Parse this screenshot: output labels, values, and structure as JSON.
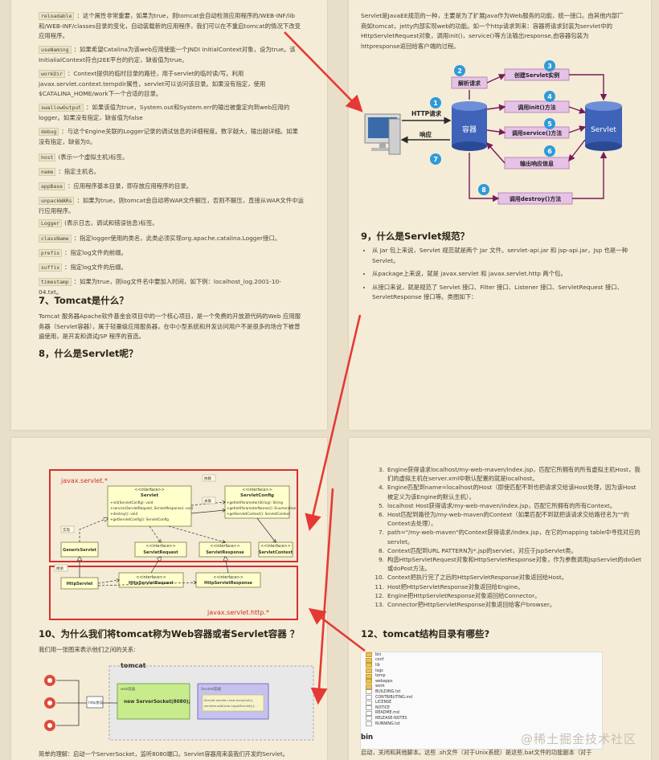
{
  "page1": {
    "attrs": [
      {
        "key": "reloadable",
        "desc": "：这个属性非常重要，如果为true，则tomcat会自动检测应用程序的/WEB-INF/lib 和/WEB-INF/classes目录的变化，自动装载新的应用程序，我们可以在不重启tomcat的情况下改变应用程序。"
      },
      {
        "key": "useNaming",
        "desc": "：如果希望Catalina为该web应用使能一个JNDI InitialContext对象，设为true。该InitialialContext符合J2EE平台的约定，缺省值为true。"
      },
      {
        "key": "workDir",
        "desc": "：Context提供的临时目录的路径，用于servlet的临时读/写。利用javax.servlet.context.tempdir属性，servlet可以访问该目录。如果没有指定，使用$CATALINA_HOME/work下一个合适的目录。"
      },
      {
        "key": "swallowOutput",
        "desc": "：如果该值为true，System.out和System.err的输出被重定向到web应用的logger。如果没有指定，缺省值为false"
      },
      {
        "key": "debug",
        "desc": "：与这个Engine关联的Logger记录的调试信息的详细程度。数字越大，输出越详细。如果没有指定，缺省为0。"
      },
      {
        "key": "host",
        "desc": "(表示一个虚拟主机)标签。"
      },
      {
        "key": "name",
        "desc": "：指定主机名。"
      },
      {
        "key": "appBase",
        "desc": "：应用程序基本目录，即存放应用程序的目录。"
      },
      {
        "key": "unpackWARs",
        "desc": "：如果为true，则tomcat会自动将WAR文件解压，否则不解压，直接从WAR文件中运行应用程序。"
      },
      {
        "key": "Logger",
        "desc": "(表示日志，调试和错误信息)标签。"
      },
      {
        "key": "className",
        "desc": "：指定logger使用的类名，此类必须实现org.apache.catalina.Logger接口。"
      },
      {
        "key": "prefix",
        "desc": "：指定log文件的前缀。"
      },
      {
        "key": "suffix",
        "desc": "：指定log文件的后缀。"
      },
      {
        "key": "timestamp",
        "desc": "：如果为true，则log文件名中要加入时间，如下例：localhost_log.2001-10-04.txt。"
      }
    ],
    "h7": "7、Tomcat是什么？",
    "p7": "Tomcat 服务器Apache软件基金会项目中的一个核心项目，是一个免费的开放源代码的Web 应用服务器（Servlet容器），属于轻量级应用服务器，在中小型系统和并发访问用户不是很多的场合下被普遍使用，是开发和调试JSP 程序的首选。",
    "h8": "8，什么是Servlet呢？"
  },
  "page2": {
    "intro": "Servlet是JavaEE规范的一种，主要是为了扩展Java作为Web服务的功能，统一接口。由其他内部厂商如tomcat，jetty内部实现web的功能。如一个http请求到来：容器将请求封装为servlet中的HttpServletRequest对象，调用init()，service()等方法输出response,由容器包装为httpresponse返回给客户端的过程。",
    "diagram": {
      "http_request": "HTTP请求",
      "response": "响应",
      "container": "容器",
      "servlet": "Servlet",
      "parse": "解析请求",
      "create": "创建Servlet实例",
      "init": "调用init()方法",
      "service": "调用service()方法",
      "output": "输出响应信息",
      "destroy": "调用destroy()方法",
      "nums": [
        "1",
        "2",
        "3",
        "4",
        "5",
        "6",
        "7",
        "8"
      ]
    },
    "h9": "9，什么是Servlet规范？",
    "bullets": [
      "从 Jar 包上来说，Servlet 规范就是两个 Jar 文件。servlet-api.jar 和 jsp-api.jar，Jsp 也是一种 Servlet。",
      "从package上来说，就是 javax.servlet 和 javax.servlet.http 两个包。",
      "从接口来说，就是规范了 Servlet 接口、Filter 接口、Listener 接口、ServletRequest 接口、ServletResponse 接口等。类图如下："
    ]
  },
  "page3": {
    "uml": {
      "pkg1": "javax.servlet.*",
      "pkg2": "javax.servlet.http.*",
      "stereo": "<<interface>>",
      "servlet": "Servlet",
      "servlet_methods": [
        "+init(ServletConfig): void",
        "+service(ServletRequest, ServletResponse): void",
        "+destroy(): void",
        "+getServletConfig(): ServletConfig"
      ],
      "config": "ServletConfig",
      "config_methods": [
        "+getInitParameter(String): String",
        "+getInitParameterNames(): Enumeration",
        "+getServletContext(): ServletContext"
      ],
      "generic": "GenericServlet",
      "request": "ServletRequest",
      "response": "ServletResponse",
      "context": "ServletContext",
      "http": "HttpServlet",
      "hreq": "HttpServletRequest",
      "hresp": "HttpServletResponse",
      "dep": "依赖",
      "impl": "实现",
      "assoc": "关联",
      "inherit": "继承"
    },
    "h10": "10、为什么我们将tomcat称为Web容器或者Servlet容器 ？",
    "p10": "我们用一张图来表示他们之间的关系:",
    "diagram2": {
      "tomcat": "tomcat",
      "http": "http协议",
      "web": "web容器",
      "server_socket": "new ServerSocket(8080);",
      "scont": "Servlet容器",
      "code1": "Servlet servlet=new ArrayList();",
      "code2": "servlets.add(new LoginServlet());"
    },
    "footer": "简单的理解：启动一个ServerSocket，监听8080端口。Servlet容器用来装我们开发的Servlet。"
  },
  "page4": {
    "steps": [
      {
        "n": "3.",
        "t": "Engine获得请求localhost/my-web-maven/index.jsp，匹配它所拥有的所有虚拟主机Host，我们的虚拟主机在server.xml中默认配置的就是localhost。"
      },
      {
        "n": "4.",
        "t": "Engine匹配到name=localhost的Host（即使匹配不到也把请求交给该Host处理，因为该Host被定义为该Engine的默认主机）。"
      },
      {
        "n": "5.",
        "t": "localhost Host获得请求/my-web-maven/index.jsp，匹配它所拥有的所有Context。"
      },
      {
        "n": "6.",
        "t": "Host匹配到路径为/my-web-maven的Context（如果匹配不到就把该请求交给路径名为\"\"的Context去处理）。"
      },
      {
        "n": "7.",
        "t": "path=\"/my-web-maven\"的Context获得请求/index.jsp，在它的mapping table中寻找对应的servlet。"
      },
      {
        "n": "8.",
        "t": "Context匹配到URL PATTERN为*.jsp的servlet，对应于JspServlet类。"
      },
      {
        "n": "9.",
        "t": "构造HttpServletRequest对象和HttpServletResponse对象，作为参数调用JspServlet的doGet或doPost方法。"
      },
      {
        "n": "10.",
        "t": "Context把执行完了之后的HttpServletResponse对象返回给Host。"
      },
      {
        "n": "11.",
        "t": "Host把HttpServletResponse对象返回给Engine。"
      },
      {
        "n": "12.",
        "t": "Engine把HttpServletResponse对象返回给Connector。"
      },
      {
        "n": "13.",
        "t": "Connector把HttpServletResponse对象返回给客户browser。"
      }
    ],
    "h12": "12、tomcat结构目录有哪些?",
    "dirs": [
      "bin",
      "conf",
      "lib",
      "logs",
      "temp",
      "webapps",
      "work",
      "BUILDING.txt",
      "CONTRIBUTING.md",
      "LICENSE",
      "NOTICE",
      "README.md",
      "RELEASE-NOTES",
      "RUNNING.txt"
    ],
    "sub_bin": "bin",
    "footer": "启动，关闭和其他脚本。这些 .sh文件（对于Unix系统）是这些.bat文件的功能副本（对于",
    "watermark": "@稀土掘金技术社区"
  },
  "colors": {
    "accent_red": "#e53935",
    "page_bg": "#f4ecd7",
    "bg": "#e9dfc8"
  }
}
